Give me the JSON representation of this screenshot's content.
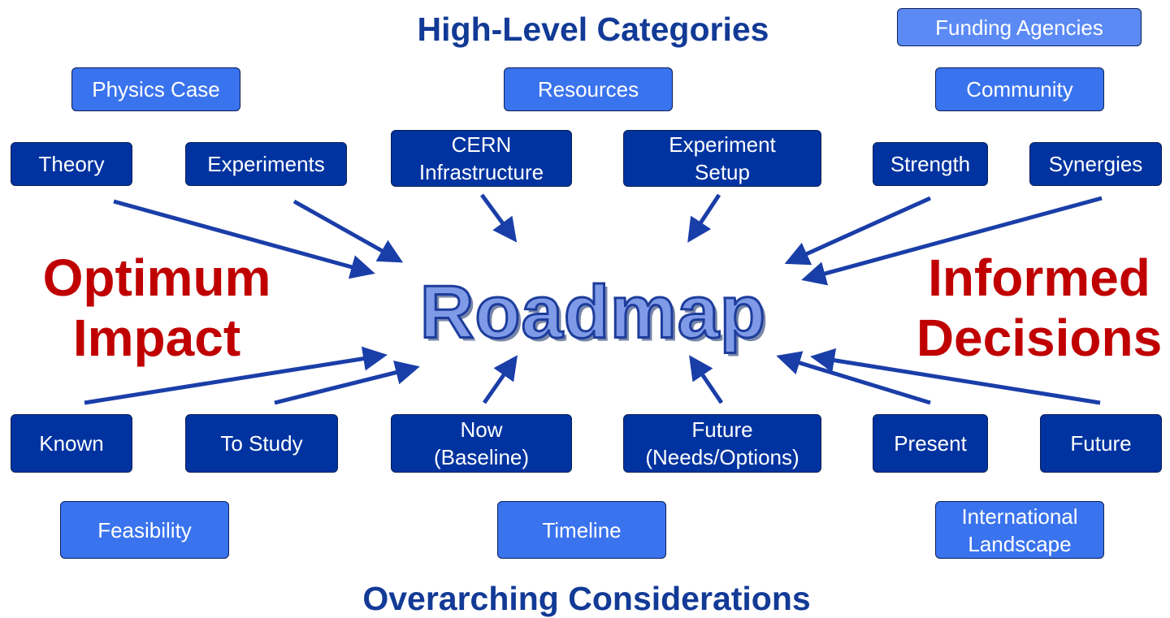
{
  "headings": {
    "top": "High-Level Categories",
    "bottom": "Overarching Considerations"
  },
  "center": "Roadmap",
  "side_left": [
    "Optimum",
    "Impact"
  ],
  "side_right": [
    "Informed",
    "Decisions"
  ],
  "boxes": {
    "physics_case": "Physics Case",
    "resources": "Resources",
    "community": "Community",
    "funding_agencies": "Funding Agencies",
    "theory": "Theory",
    "experiments": "Experiments",
    "cern_infrastructure": [
      "CERN",
      "Infrastructure"
    ],
    "experiment_setup": [
      "Experiment",
      "Setup"
    ],
    "strength": "Strength",
    "synergies": "Synergies",
    "known": "Known",
    "to_study": "To Study",
    "now_baseline": [
      "Now",
      "(Baseline)"
    ],
    "future_needs": [
      "Future",
      "(Needs/Options)"
    ],
    "present": "Present",
    "future": "Future",
    "feasibility": "Feasibility",
    "timeline": "Timeline",
    "international_landscape": [
      "International",
      "Landscape"
    ]
  },
  "colors": {
    "dark_box": "#0033a0",
    "light_box": "#3a73ee",
    "heading": "#123a96",
    "side_text": "#c00000",
    "arrow": "#1a3ea8"
  }
}
